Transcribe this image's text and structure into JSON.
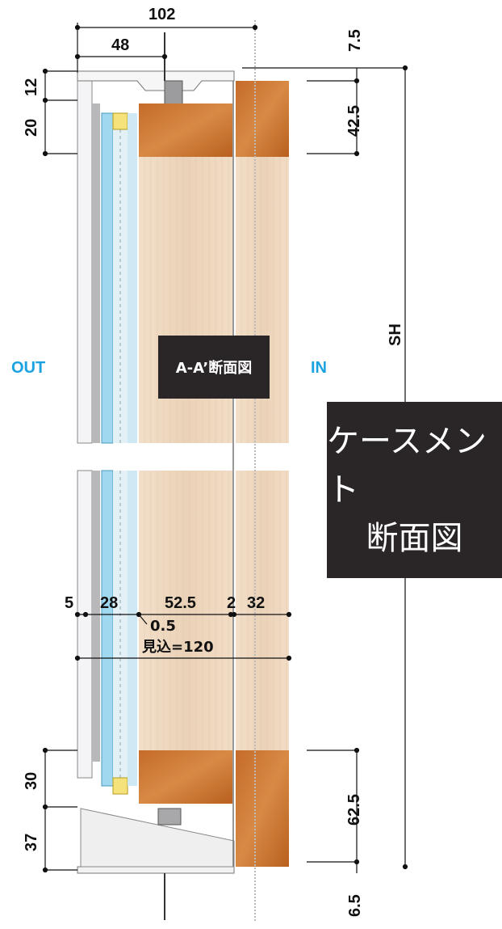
{
  "dims_top": {
    "total_width": "102",
    "frame": "48",
    "offset_right": "7.5"
  },
  "dims_left_top": {
    "a": "12",
    "b": "20"
  },
  "dims_right_top": {
    "a": "42.5"
  },
  "dims_left_bottom": {
    "a": "30",
    "b": "37"
  },
  "dims_right_bottom": {
    "a": "62.5",
    "b": "6.5"
  },
  "sash_height": "SH",
  "sides": {
    "out": "OUT",
    "in": "IN"
  },
  "section_label": "A-A’断面図",
  "title": {
    "line1": "ケースメント",
    "line2": "断面図"
  },
  "dims_middle": {
    "d1": "5",
    "d2": "28",
    "d3": "52.5",
    "d4": "2",
    "d5": "32",
    "gap": "0.5",
    "depth": "見込=120"
  },
  "colors": {
    "accent": "#1aa3e0",
    "label_bg": "#2a2526",
    "wood_dark": "#c8702e",
    "wood_light": "#efd9c2",
    "glass": "#9fd8ef",
    "spacer": "#f6e27a"
  }
}
